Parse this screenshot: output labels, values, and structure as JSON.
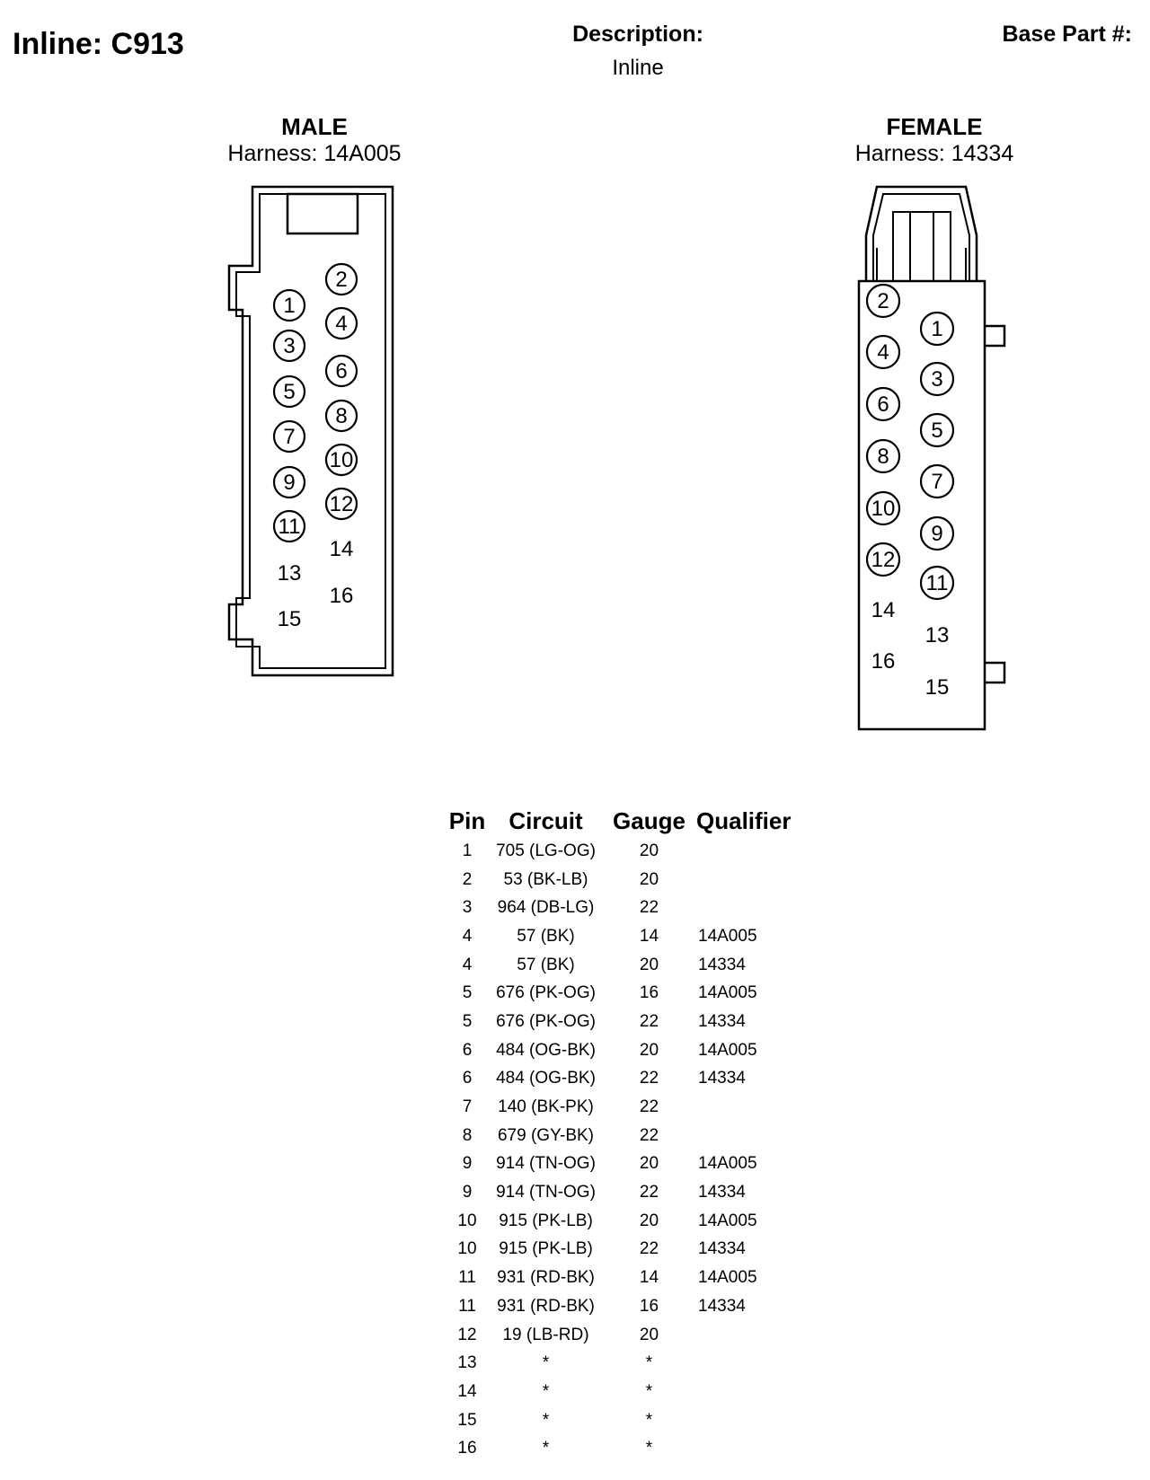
{
  "header": {
    "title": "Inline: C913",
    "description_label": "Description:",
    "description_value": "Inline",
    "base_part_label": "Base Part #:"
  },
  "male": {
    "gender": "MALE",
    "harness": "Harness: 14A005",
    "pins": [
      "1",
      "2",
      "3",
      "4",
      "5",
      "6",
      "7",
      "8",
      "9",
      "10",
      "11",
      "12",
      "13",
      "14",
      "15",
      "16"
    ]
  },
  "female": {
    "gender": "FEMALE",
    "harness": "Harness: 14334",
    "pins": [
      "1",
      "2",
      "3",
      "4",
      "5",
      "6",
      "7",
      "8",
      "9",
      "10",
      "11",
      "12",
      "13",
      "14",
      "15",
      "16"
    ]
  },
  "table": {
    "headers": {
      "pin": "Pin",
      "circuit": "Circuit",
      "gauge": "Gauge",
      "qualifier": "Qualifier"
    },
    "rows": [
      {
        "pin": "1",
        "circuit": "705 (LG-OG)",
        "gauge": "20",
        "qualifier": ""
      },
      {
        "pin": "2",
        "circuit": "53 (BK-LB)",
        "gauge": "20",
        "qualifier": ""
      },
      {
        "pin": "3",
        "circuit": "964 (DB-LG)",
        "gauge": "22",
        "qualifier": ""
      },
      {
        "pin": "4",
        "circuit": "57 (BK)",
        "gauge": "14",
        "qualifier": "14A005"
      },
      {
        "pin": "4",
        "circuit": "57 (BK)",
        "gauge": "20",
        "qualifier": "14334"
      },
      {
        "pin": "5",
        "circuit": "676 (PK-OG)",
        "gauge": "16",
        "qualifier": "14A005"
      },
      {
        "pin": "5",
        "circuit": "676 (PK-OG)",
        "gauge": "22",
        "qualifier": "14334"
      },
      {
        "pin": "6",
        "circuit": "484 (OG-BK)",
        "gauge": "20",
        "qualifier": "14A005"
      },
      {
        "pin": "6",
        "circuit": "484 (OG-BK)",
        "gauge": "22",
        "qualifier": "14334"
      },
      {
        "pin": "7",
        "circuit": "140 (BK-PK)",
        "gauge": "22",
        "qualifier": ""
      },
      {
        "pin": "8",
        "circuit": "679 (GY-BK)",
        "gauge": "22",
        "qualifier": ""
      },
      {
        "pin": "9",
        "circuit": "914 (TN-OG)",
        "gauge": "20",
        "qualifier": "14A005"
      },
      {
        "pin": "9",
        "circuit": "914 (TN-OG)",
        "gauge": "22",
        "qualifier": "14334"
      },
      {
        "pin": "10",
        "circuit": "915 (PK-LB)",
        "gauge": "20",
        "qualifier": "14A005"
      },
      {
        "pin": "10",
        "circuit": "915 (PK-LB)",
        "gauge": "22",
        "qualifier": "14334"
      },
      {
        "pin": "11",
        "circuit": "931 (RD-BK)",
        "gauge": "14",
        "qualifier": "14A005"
      },
      {
        "pin": "11",
        "circuit": "931 (RD-BK)",
        "gauge": "16",
        "qualifier": "14334"
      },
      {
        "pin": "12",
        "circuit": "19 (LB-RD)",
        "gauge": "20",
        "qualifier": ""
      },
      {
        "pin": "13",
        "circuit": "*",
        "gauge": "*",
        "qualifier": ""
      },
      {
        "pin": "14",
        "circuit": "*",
        "gauge": "*",
        "qualifier": ""
      },
      {
        "pin": "15",
        "circuit": "*",
        "gauge": "*",
        "qualifier": ""
      },
      {
        "pin": "16",
        "circuit": "*",
        "gauge": "*",
        "qualifier": ""
      }
    ]
  }
}
